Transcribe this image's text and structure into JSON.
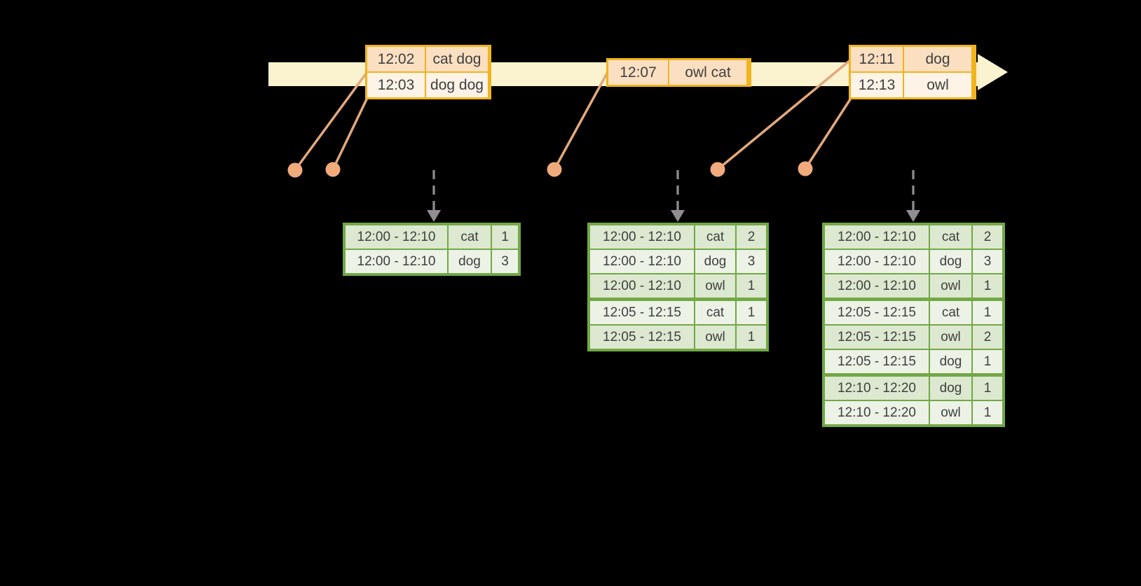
{
  "colors": {
    "background": "#000000",
    "stream_band": "#fbf2d0",
    "event_table_border": "#f0b41e",
    "event_row_dark": "#fbdfc1",
    "event_row_light": "#fdf3e7",
    "connector": "#e2a87c",
    "dot": "#f1aa7c",
    "trigger_arrow": "#8f8f8f",
    "result_table_border": "#72a845",
    "result_row_dark": "#dce8d0",
    "result_row_light": "#edf2e7",
    "text": "#3f3f3f"
  },
  "input_stream": {
    "event_tables": [
      {
        "rows": [
          [
            "12:02",
            "cat dog"
          ],
          [
            "12:03",
            "dog dog"
          ]
        ]
      },
      {
        "rows": [
          [
            "12:07",
            "owl cat"
          ]
        ]
      },
      {
        "rows": [
          [
            "12:11",
            "dog"
          ],
          [
            "12:13",
            "owl"
          ]
        ]
      }
    ]
  },
  "result_tables": [
    {
      "rows": [
        [
          "12:00 - 12:10",
          "cat",
          "1"
        ],
        [
          "12:00 - 12:10",
          "dog",
          "3"
        ]
      ],
      "group_breaks": []
    },
    {
      "rows": [
        [
          "12:00 - 12:10",
          "cat",
          "2"
        ],
        [
          "12:00 - 12:10",
          "dog",
          "3"
        ],
        [
          "12:00 - 12:10",
          "owl",
          "1"
        ],
        [
          "12:05 - 12:15",
          "cat",
          "1"
        ],
        [
          "12:05 - 12:15",
          "owl",
          "1"
        ]
      ],
      "group_breaks": [
        3
      ]
    },
    {
      "rows": [
        [
          "12:00 - 12:10",
          "cat",
          "2"
        ],
        [
          "12:00 - 12:10",
          "dog",
          "3"
        ],
        [
          "12:00 - 12:10",
          "owl",
          "1"
        ],
        [
          "12:05 - 12:15",
          "cat",
          "1"
        ],
        [
          "12:05 - 12:15",
          "owl",
          "2"
        ],
        [
          "12:05 - 12:15",
          "dog",
          "1"
        ],
        [
          "12:10 - 12:20",
          "dog",
          "1"
        ],
        [
          "12:10 - 12:20",
          "owl",
          "1"
        ]
      ],
      "group_breaks": [
        3,
        6
      ]
    }
  ]
}
